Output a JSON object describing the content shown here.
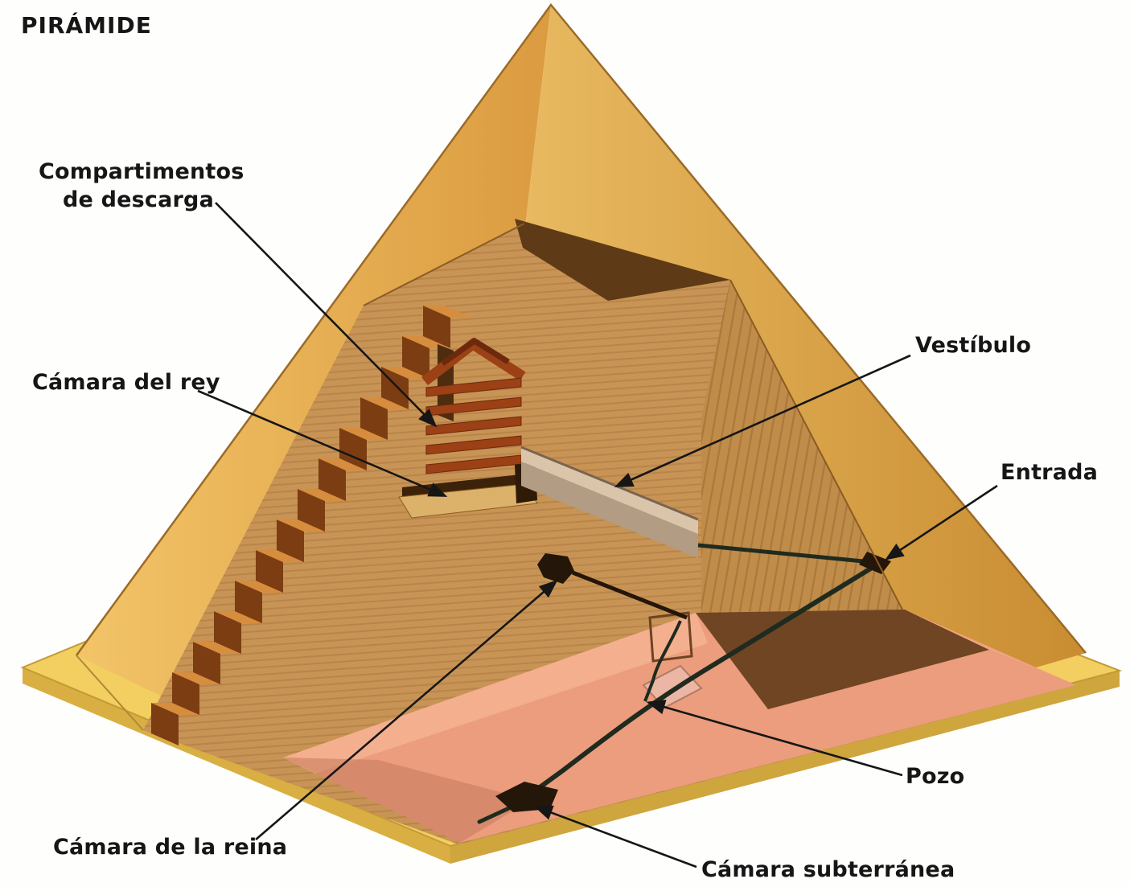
{
  "title": "PIRÁMIDE",
  "labels": {
    "compartimentos_line1": "Compartimentos",
    "compartimentos_line2": "de descarga",
    "camara_rey": "Cámara del rey",
    "vestibulo": "Vestíbulo",
    "entrada": "Entrada",
    "pozo": "Pozo",
    "camara_reina": "Cámara de la reina",
    "camara_subterranea": "Cámara subterránea"
  },
  "colors": {
    "label_text": "#161616",
    "pyramid_face_light": "#f3c468",
    "pyramid_face_dark": "#c98c31",
    "base_platform": "#f2cf60",
    "interior_wall": "#c89455",
    "stairs": "#d78d3e",
    "floor_pink": "#eb9d7d",
    "passage_dark": "#1f2b1f"
  }
}
